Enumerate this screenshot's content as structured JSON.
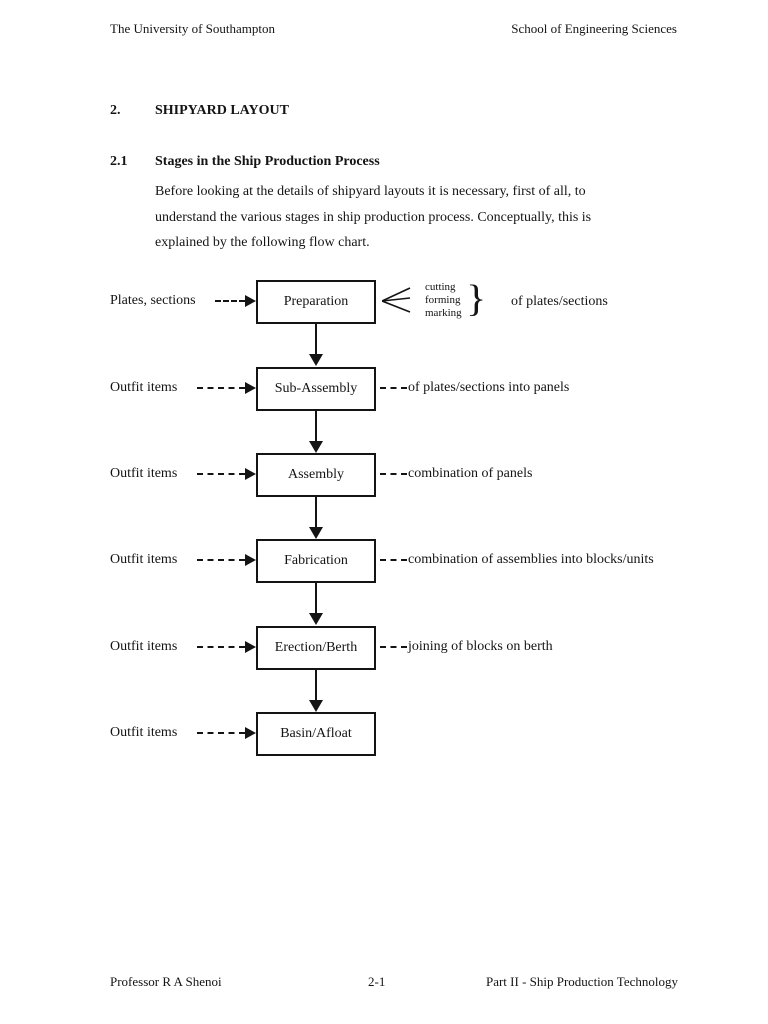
{
  "document": {
    "header": {
      "left": "The University of Southampton",
      "right": "School of Engineering Sciences"
    },
    "section": {
      "number": "2.",
      "title": "SHIPYARD LAYOUT"
    },
    "subsection": {
      "number": "2.1",
      "title": "Stages in the Ship Production Process"
    },
    "paragraph_lines": [
      "Before looking at the details of shipyard layouts it is necessary, first of all, to",
      "understand the various stages in ship production process. Conceptually, this is",
      "explained by the following flow chart."
    ],
    "footer": {
      "left": "Professor R A Shenoi",
      "center": "2-1",
      "right": "Part II - Ship Production Technology"
    }
  },
  "flowchart": {
    "rows": [
      {
        "input_label": "Plates, sections",
        "box_label": "Preparation",
        "fork_items": [
          "cutting",
          "forming",
          "marking"
        ],
        "brace": "}",
        "annotation": "of plates/sections"
      },
      {
        "input_label": "Outfit items",
        "box_label": "Sub-Assembly",
        "annotation": "of plates/sections into panels"
      },
      {
        "input_label": "Outfit items",
        "box_label": "Assembly",
        "annotation": "combination of panels"
      },
      {
        "input_label": "Outfit items",
        "box_label": "Fabrication",
        "annotation": "combination of assemblies into blocks/units"
      },
      {
        "input_label": "Outfit items",
        "box_label": "Erection/Berth",
        "annotation": "joining of blocks on berth"
      },
      {
        "input_label": "Outfit items",
        "box_label": "Basin/Afloat",
        "annotation": ""
      }
    ],
    "colors": {
      "ink": "#141414",
      "paper": "#ffffff"
    }
  }
}
